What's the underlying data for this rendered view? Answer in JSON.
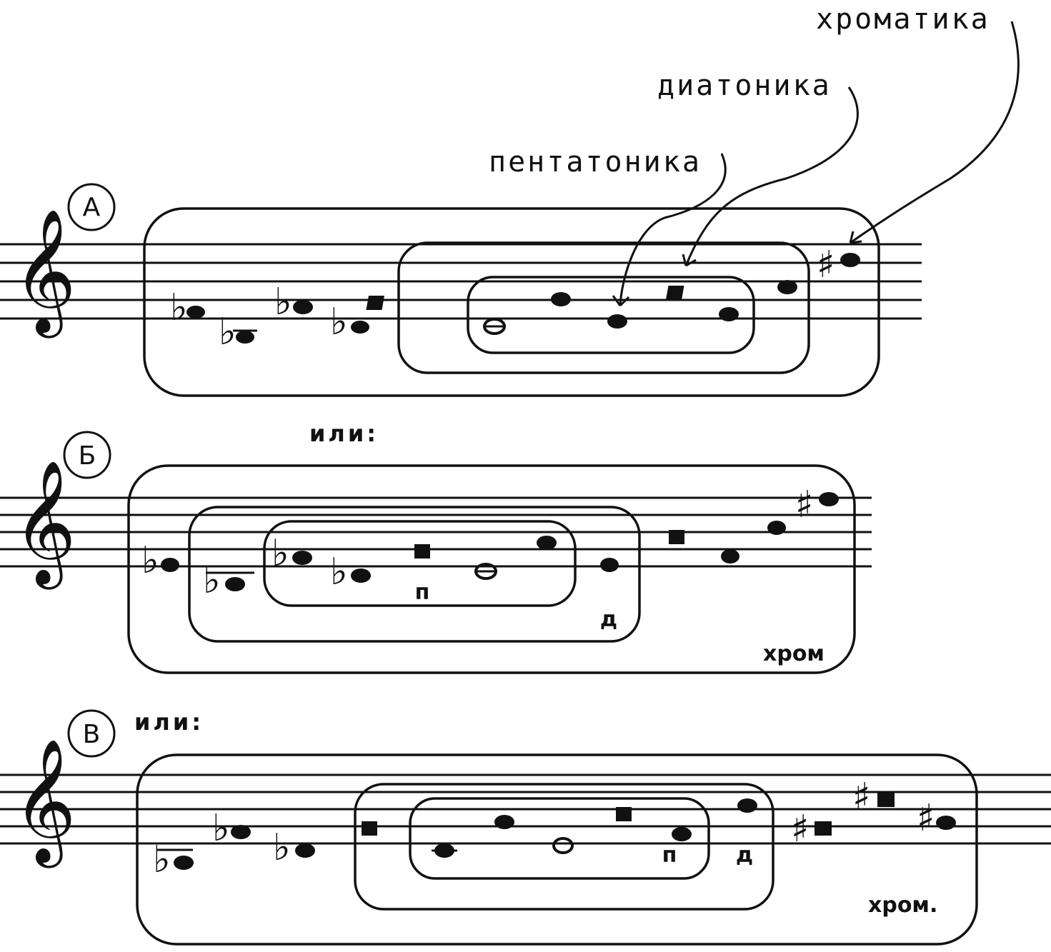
{
  "labels": {
    "chromatic": "хроматика",
    "diatonic": "диатоника",
    "pentatonic": "пентатоника",
    "or_b": "или:",
    "or_v": "или:"
  },
  "sections": {
    "a": {
      "letter": "А"
    },
    "b": {
      "letter": "Б",
      "mark_p": "п",
      "mark_d": "д",
      "mark_chrom": "хром"
    },
    "v": {
      "letter": "В",
      "mark_p": "п",
      "mark_d": "д",
      "mark_chrom": "хром."
    }
  },
  "glyphs": {
    "clef": "𝄞",
    "flat": "♭",
    "sharp": "♯"
  },
  "colors": {
    "ink": "#111111",
    "paper": "#ffffff"
  }
}
